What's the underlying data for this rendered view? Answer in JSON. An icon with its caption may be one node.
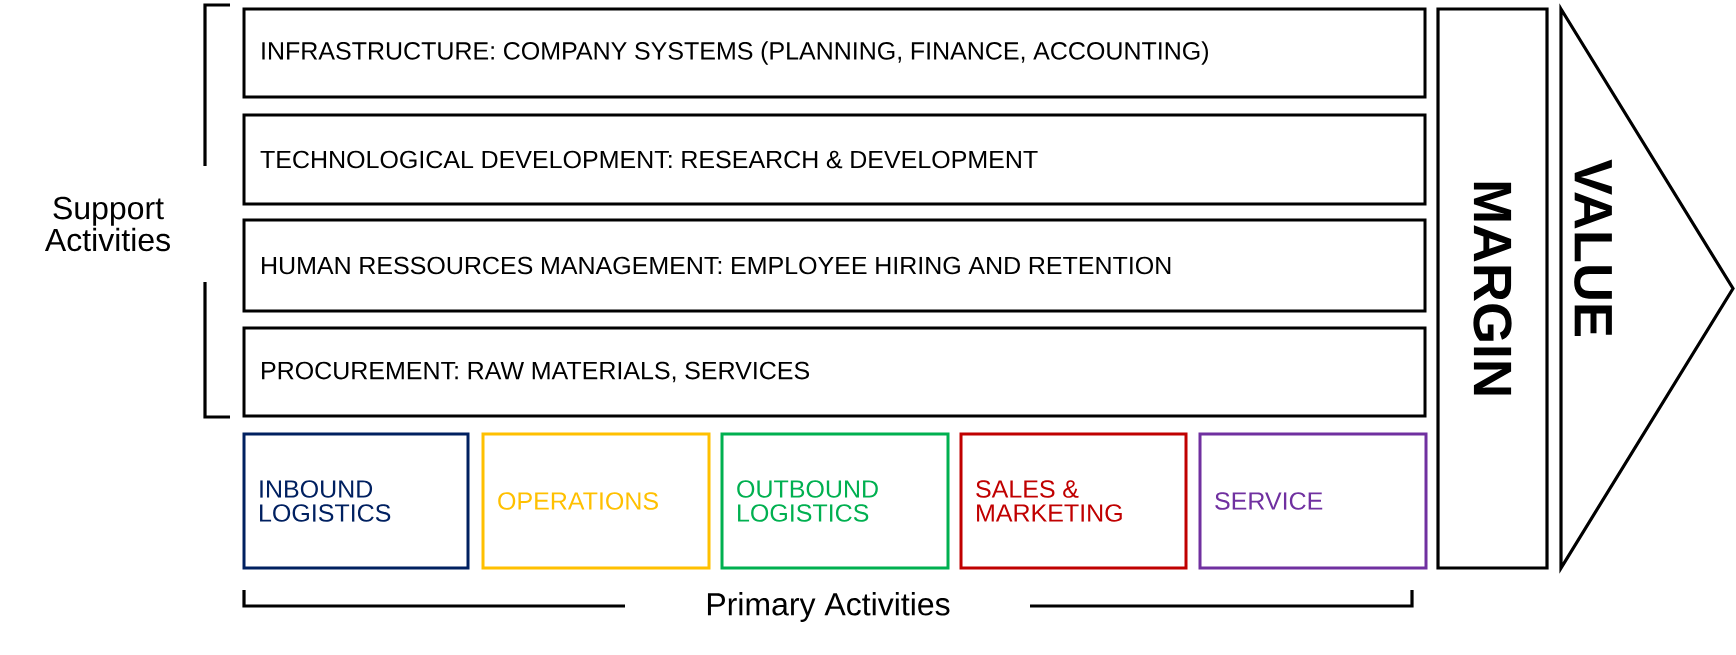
{
  "diagram": {
    "nodes": [
      {
        "text": [
          "INFRASTRUCTURE: COMPANY SYSTEMS (PLANNING, FINANCE, ACCOUNTING)"
        ]
      },
      {
        "text": [
          "TECHNOLOGICAL DEVELOPMENT: RESEARCH & DEVELOPMENT"
        ]
      },
      {
        "text": [
          "HUMAN RESSOURCES MANAGEMENT: EMPLOYEE HIRING AND RETENTION"
        ]
      },
      {
        "text": [
          "PROCUREMENT: RAW MATERIALS, SERVICES"
        ]
      },
      {
        "text": [
          "INBOUND LOGISTICS"
        ]
      },
      {
        "text": [
          "OPERATIONS"
        ]
      },
      {
        "text": [
          "OUTBOUND LOGISTICS"
        ]
      },
      {
        "text": [
          "SALES & MARKETING"
        ]
      },
      {
        "text": [
          "SERVICE"
        ]
      },
      {
        "text": [
          "MARGIN"
        ]
      },
      {
        "text": [
          "VALUE"
        ]
      }
    ],
    "labels": [
      "Support Activities",
      "Primary Activities"
    ]
  }
}
